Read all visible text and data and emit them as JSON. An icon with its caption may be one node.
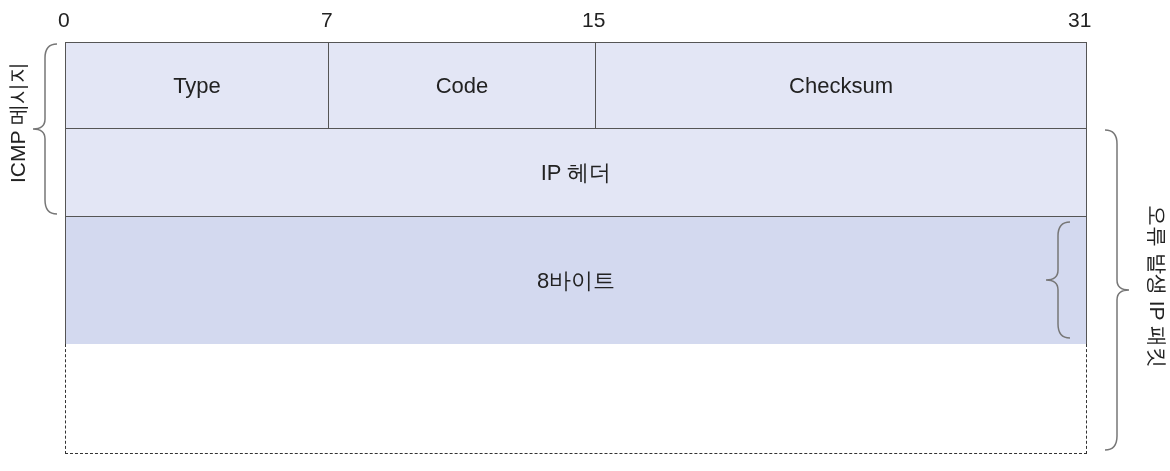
{
  "diagram": {
    "nodes": [
      {
        "text": [
          "Type"
        ]
      },
      {
        "text": [
          "Code"
        ]
      },
      {
        "text": [
          "Checksum"
        ]
      },
      {
        "text": [
          "IP 헤더"
        ]
      },
      {
        "text": [
          "8바이트"
        ]
      },
      {
        "text": [],
        "shape": "box"
      }
    ],
    "labels": [
      "0",
      "7",
      "15",
      "31",
      "ICMP 메시지",
      "오류 발생 IP 패킷"
    ]
  }
}
